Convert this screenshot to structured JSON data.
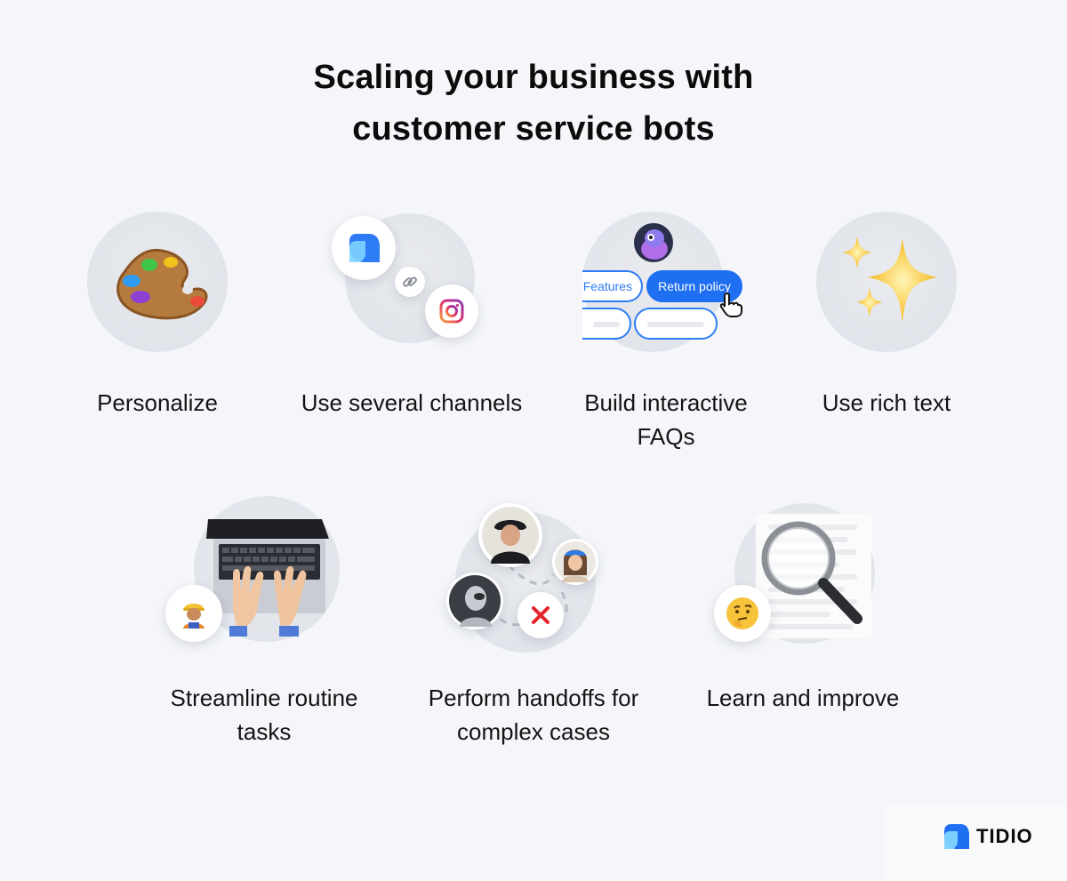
{
  "title_line1": "Scaling your business with",
  "title_line2": "customer service bots",
  "features": [
    {
      "label": "Personalize",
      "icon": "palette-icon"
    },
    {
      "label": "Use several channels",
      "icon": "channels-icon"
    },
    {
      "label_line1": "Build interactive",
      "label_line2": "FAQs",
      "icon": "faq-icon"
    },
    {
      "label": "Use rich text",
      "icon": "sparkles-icon"
    },
    {
      "label_line1": "Streamline routine",
      "label_line2": "tasks",
      "icon": "laptop-typing-icon"
    },
    {
      "label_line1": "Perform handoffs for",
      "label_line2": "complex cases",
      "icon": "handoff-icon"
    },
    {
      "label": "Learn and improve",
      "icon": "magnifier-icon"
    }
  ],
  "faq_pills": {
    "left": "Features",
    "right": "Return policy"
  },
  "brand": {
    "name": "TIDIO",
    "accent": "#1f6ff2",
    "accent_light": "#7fd3ff"
  },
  "colors": {
    "background": "#f4f6fa",
    "danger": "#e4232b"
  }
}
